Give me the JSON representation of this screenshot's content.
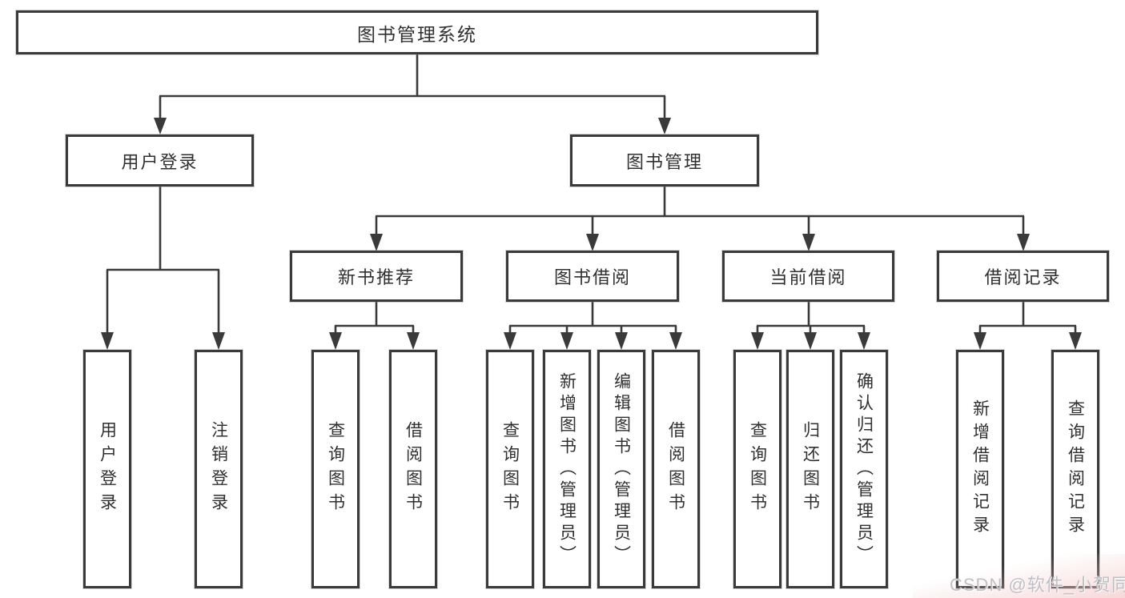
{
  "diagram": {
    "root": {
      "label": "图书管理系统"
    },
    "branches": [
      {
        "label": "用户登录",
        "children": [
          {
            "label": "用户登录"
          },
          {
            "label": "注销登录"
          }
        ]
      },
      {
        "label": "图书管理",
        "children": [
          {
            "label": "新书推荐",
            "children": [
              {
                "label": "查询图书"
              },
              {
                "label": "借阅图书"
              }
            ]
          },
          {
            "label": "图书借阅",
            "children": [
              {
                "label": "查询图书"
              },
              {
                "label": "新增图书（管理员）"
              },
              {
                "label": "编辑图书（管理员）"
              },
              {
                "label": "借阅图书"
              }
            ]
          },
          {
            "label": "当前借阅",
            "children": [
              {
                "label": "查询图书"
              },
              {
                "label": "归还图书"
              },
              {
                "label": "确认归还（管理员）"
              }
            ]
          },
          {
            "label": "借阅记录",
            "children": [
              {
                "label": "新增借阅记录"
              },
              {
                "label": "查询借阅记录"
              }
            ]
          }
        ]
      }
    ]
  },
  "watermark": {
    "text": "CSDN @软件_小贺同学"
  },
  "colors": {
    "line": "#3a3a3a",
    "box_border": "#3a3a3a",
    "box_fill": "#ffffff",
    "text": "#303030",
    "watermark": "#bfbfc6"
  }
}
